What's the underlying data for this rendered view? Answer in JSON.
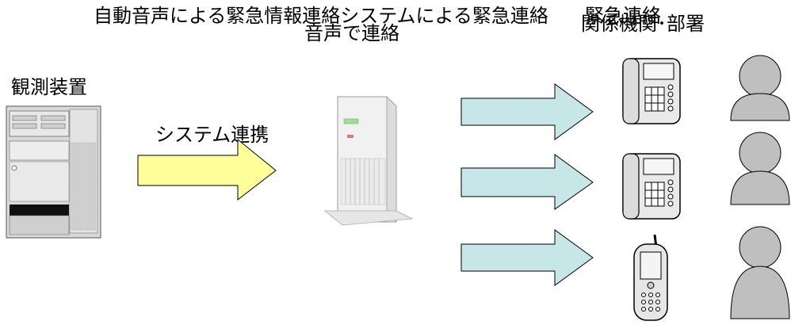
{
  "labels": {
    "top_cut_left": "自動音声による緊急情報連絡システムによる緊急連絡",
    "top_cut_right": "緊急連絡",
    "voice": "音声で連絡",
    "orgs": "関係機関･部署",
    "obs": "観測装置",
    "link": "システム連携"
  },
  "colors": {
    "yellow_arrow": "#ffff99",
    "blue_arrow": "#c6e6e8",
    "person": "#bfbfbf",
    "device": "#ececec"
  },
  "icons": [
    "server-tower-icon",
    "voice-server-icon",
    "desk-phone-icon",
    "mobile-phone-icon",
    "person-icon"
  ]
}
